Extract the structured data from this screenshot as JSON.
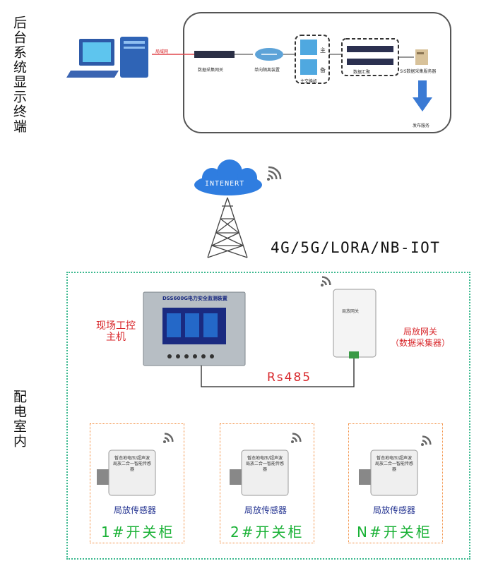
{
  "left_labels": {
    "backend": "后台系统显示终端",
    "room": "配电室内"
  },
  "backend_box": {
    "tiny_labels": [
      "局域网",
      "数据采集网关",
      "单向隔离装置",
      "主",
      "备",
      "主交换机",
      "数据汇聚",
      "SIS数据采集服务器",
      "发布服务"
    ]
  },
  "cloud": {
    "label": "INTENERT"
  },
  "channels": "4G/5G/LORA/NB-IOT",
  "host": {
    "label": "现场工控主机",
    "device_title": "DSS600G电力安全监测装置"
  },
  "gateway": {
    "label": "局放网关\n（数据采集器）",
    "device_text": "局放网关"
  },
  "bus_label": "Rs485",
  "cabinets": [
    {
      "title": "1#开关柜",
      "sensor_label": "局放传感器",
      "device_text": "暂态地电压/超声波局放二合一智能传感器"
    },
    {
      "title": "2#开关柜",
      "sensor_label": "局放传感器",
      "device_text": "暂态地电压/超声波局放二合一智能传感器"
    },
    {
      "title": "N#开关柜",
      "sensor_label": "局放传感器",
      "device_text": "暂态地电压/超声波局放二合一智能传感器"
    }
  ],
  "colors": {
    "red": "#d8262a",
    "green": "#19b135",
    "blue": "#1f2f8f",
    "zone_border": "#3cb98f",
    "cabinet_border": "#f28a3a"
  },
  "icons": [
    "computer-icon",
    "switch-icon",
    "cloud-icon",
    "tower-icon",
    "wifi-icon",
    "arrow-down-icon",
    "server-icon"
  ]
}
